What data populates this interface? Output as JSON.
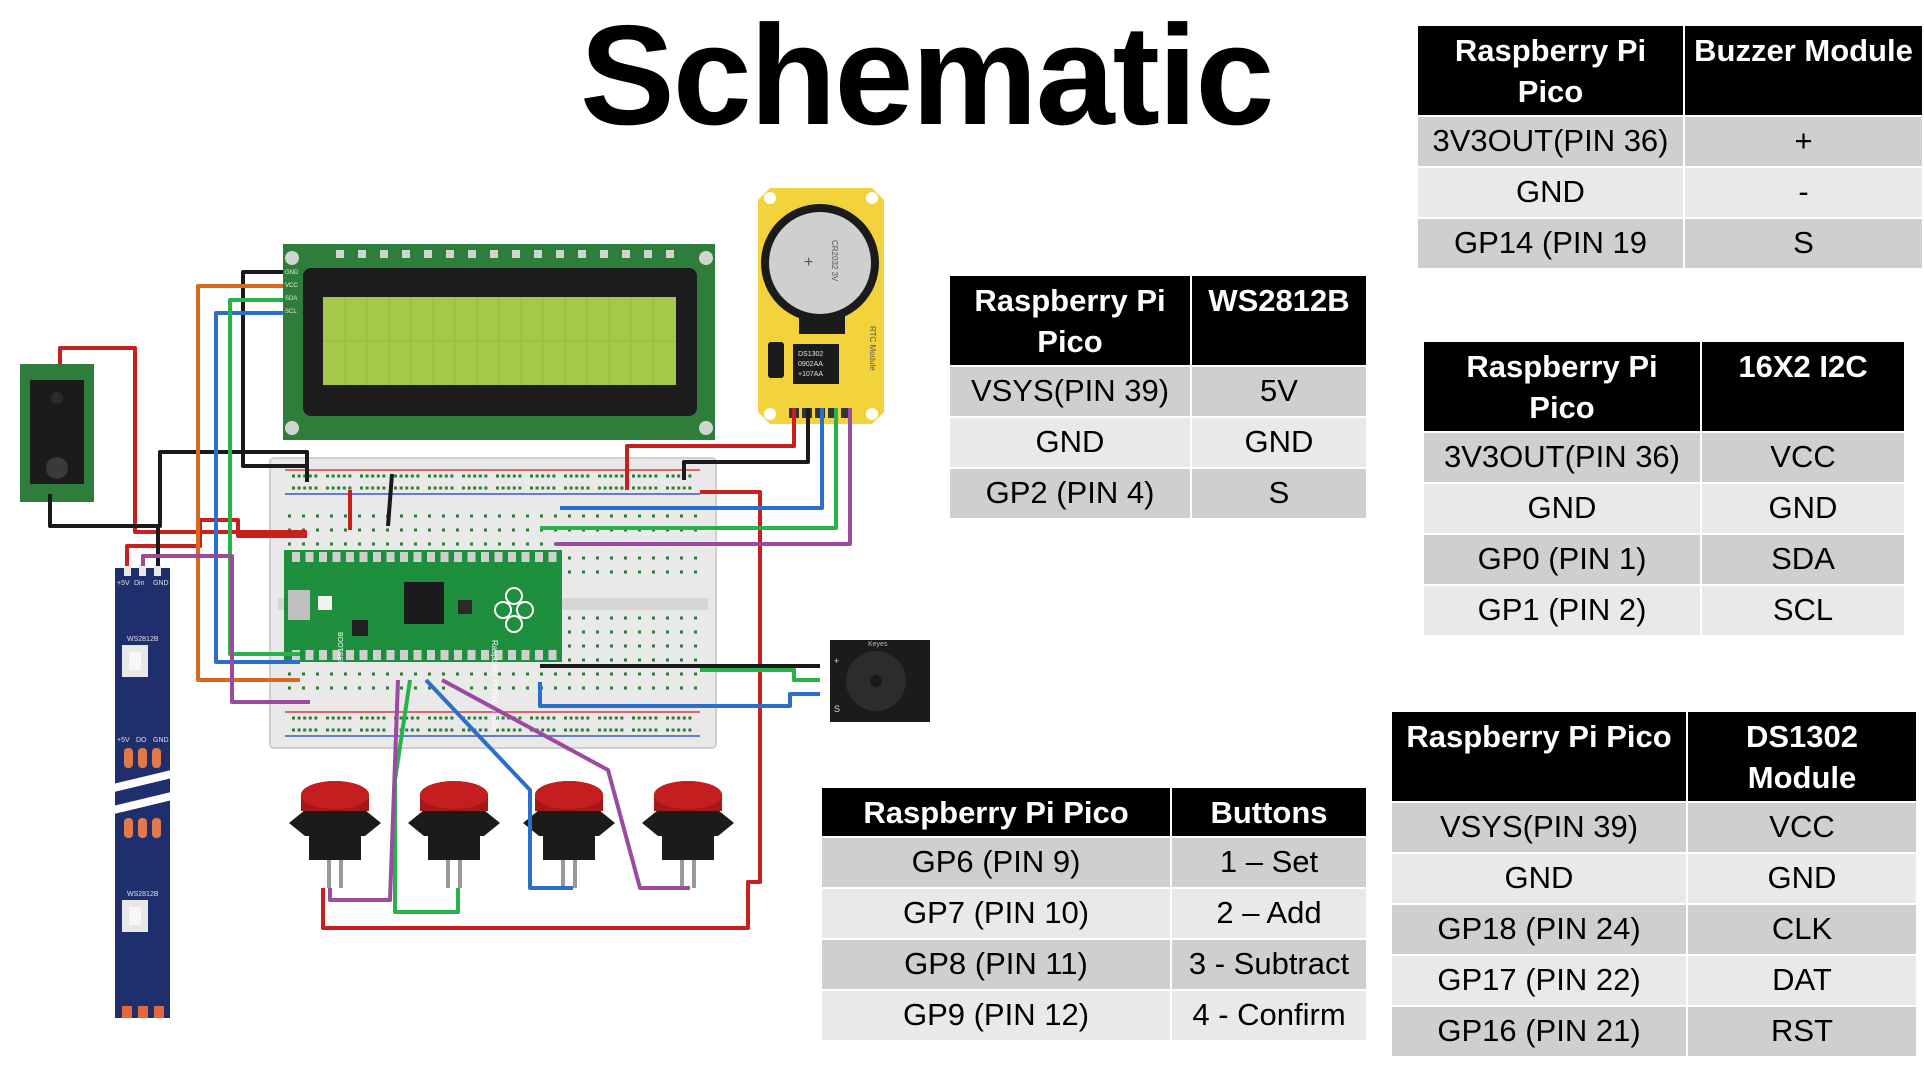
{
  "title": "Schematic",
  "tables": {
    "buzzer": {
      "headers": [
        "Raspberry Pi Pico",
        "Buzzer Module"
      ],
      "rows": [
        [
          "3V3OUT(PIN 36)",
          "+"
        ],
        [
          "GND",
          "-"
        ],
        [
          "GP14 (PIN 19",
          "S"
        ]
      ]
    },
    "ws2812b": {
      "headers": [
        "Raspberry Pi Pico",
        "WS2812B"
      ],
      "rows": [
        [
          "VSYS(PIN 39)",
          "5V"
        ],
        [
          "GND",
          "GND"
        ],
        [
          "GP2 (PIN 4)",
          "S"
        ]
      ]
    },
    "lcd": {
      "headers": [
        "Raspberry Pi Pico",
        "16X2 I2C"
      ],
      "rows": [
        [
          "3V3OUT(PIN 36)",
          "VCC"
        ],
        [
          "GND",
          "GND"
        ],
        [
          "GP0 (PIN 1)",
          "SDA"
        ],
        [
          "GP1 (PIN 2)",
          "SCL"
        ]
      ]
    },
    "buttons": {
      "headers": [
        "Raspberry Pi Pico",
        "Buttons"
      ],
      "rows": [
        [
          "GP6  (PIN 9)",
          "1 – Set"
        ],
        [
          "GP7  (PIN 10)",
          "2 – Add"
        ],
        [
          "GP8  (PIN 11)",
          "3 - Subtract"
        ],
        [
          "GP9  (PIN 12)",
          "4 - Confirm"
        ]
      ]
    },
    "ds1302": {
      "headers": [
        "Raspberry Pi Pico",
        "DS1302 Module"
      ],
      "rows": [
        [
          "VSYS(PIN 39)",
          "VCC"
        ],
        [
          "GND",
          "GND"
        ],
        [
          "GP18 (PIN 24)",
          "CLK"
        ],
        [
          "GP17 (PIN 22)",
          "DAT"
        ],
        [
          "GP16 (PIN 21)",
          "RST"
        ]
      ]
    }
  },
  "components": {
    "lcd_pins": [
      "GND",
      "VCC",
      "SDA",
      "SCL"
    ],
    "battery_label": "CR2032 3V",
    "rtc_chip": [
      "DS1302",
      "0902AA",
      "+107AA"
    ],
    "rtc_side_label": "RTC Module",
    "pico_label": "Raspberry Pi Pico ©2020",
    "pico_button_label": "BOOTSEL",
    "strip_top_labels": [
      "+5V",
      "Din",
      "GND"
    ],
    "strip_mid_labels": [
      "+5V",
      "DO",
      "GND"
    ],
    "led_label": "WS2812B",
    "buzzer_pins": [
      "+",
      "S"
    ],
    "buzzer_label": "Keyes"
  },
  "colors": {
    "wire_red": "#c8201c",
    "wire_black": "#1a1a1a",
    "wire_blue": "#2b6fc9",
    "wire_green": "#27b24a",
    "wire_orange": "#d8691c",
    "wire_purple": "#9b4aa0",
    "lcd_board": "#2f7d3a",
    "lcd_screen": "#a3c84a",
    "rtc_board": "#f3d33c",
    "pico_board": "#1e8f3c",
    "strip": "#1f2f6e",
    "button_cap": "#c51e1e"
  }
}
